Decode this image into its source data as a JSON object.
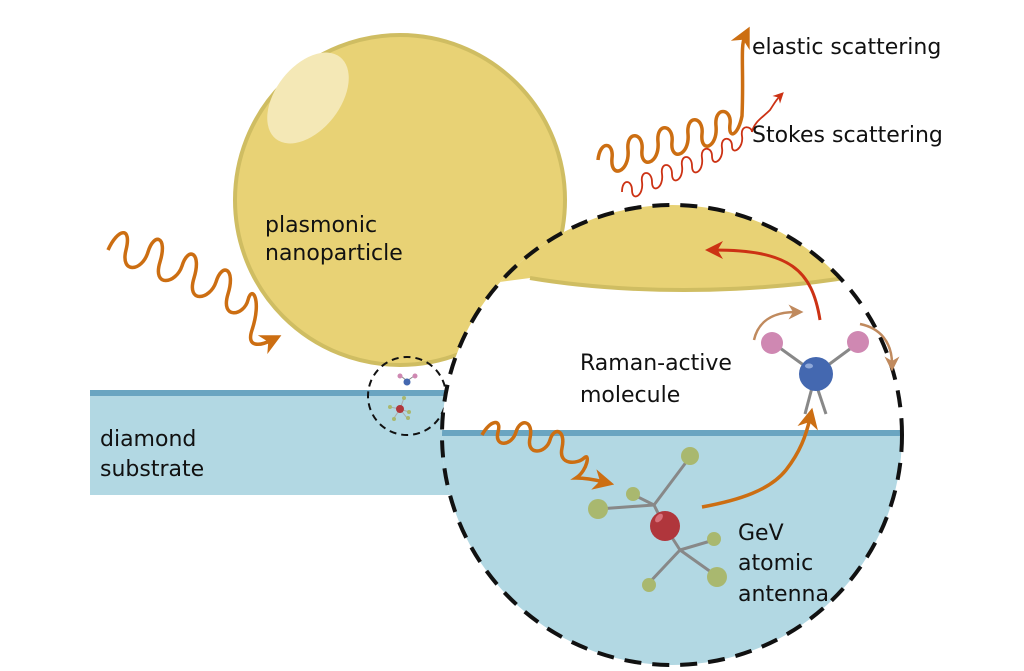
{
  "labels": {
    "nanoparticle_line1": "plasmonic",
    "nanoparticle_line2": "nanoparticle",
    "substrate_line1": "diamond",
    "substrate_line2": "substrate",
    "elastic": "elastic scattering",
    "stokes": "Stokes scattering",
    "molecule_line1": "Raman-active",
    "molecule_line2": "molecule",
    "antenna_line1": "GeV",
    "antenna_line2": "atomic",
    "antenna_line3": "antenna"
  },
  "colors": {
    "gold": "#e8d275",
    "gold_edge": "#cfbd62",
    "highlight": "#f4e8b6",
    "substrate": "#b2d8e3",
    "substrate_edge": "#6aa5c1",
    "orange_photon": "#cc6e12",
    "red_photon": "#cc3214",
    "tan_arrow": "#c08a5e",
    "blue_atom": "#4468b0",
    "pink_atom": "#cf88b2",
    "red_atom": "#b0363c",
    "green_atom": "#a9b86f",
    "bond": "#888888"
  }
}
